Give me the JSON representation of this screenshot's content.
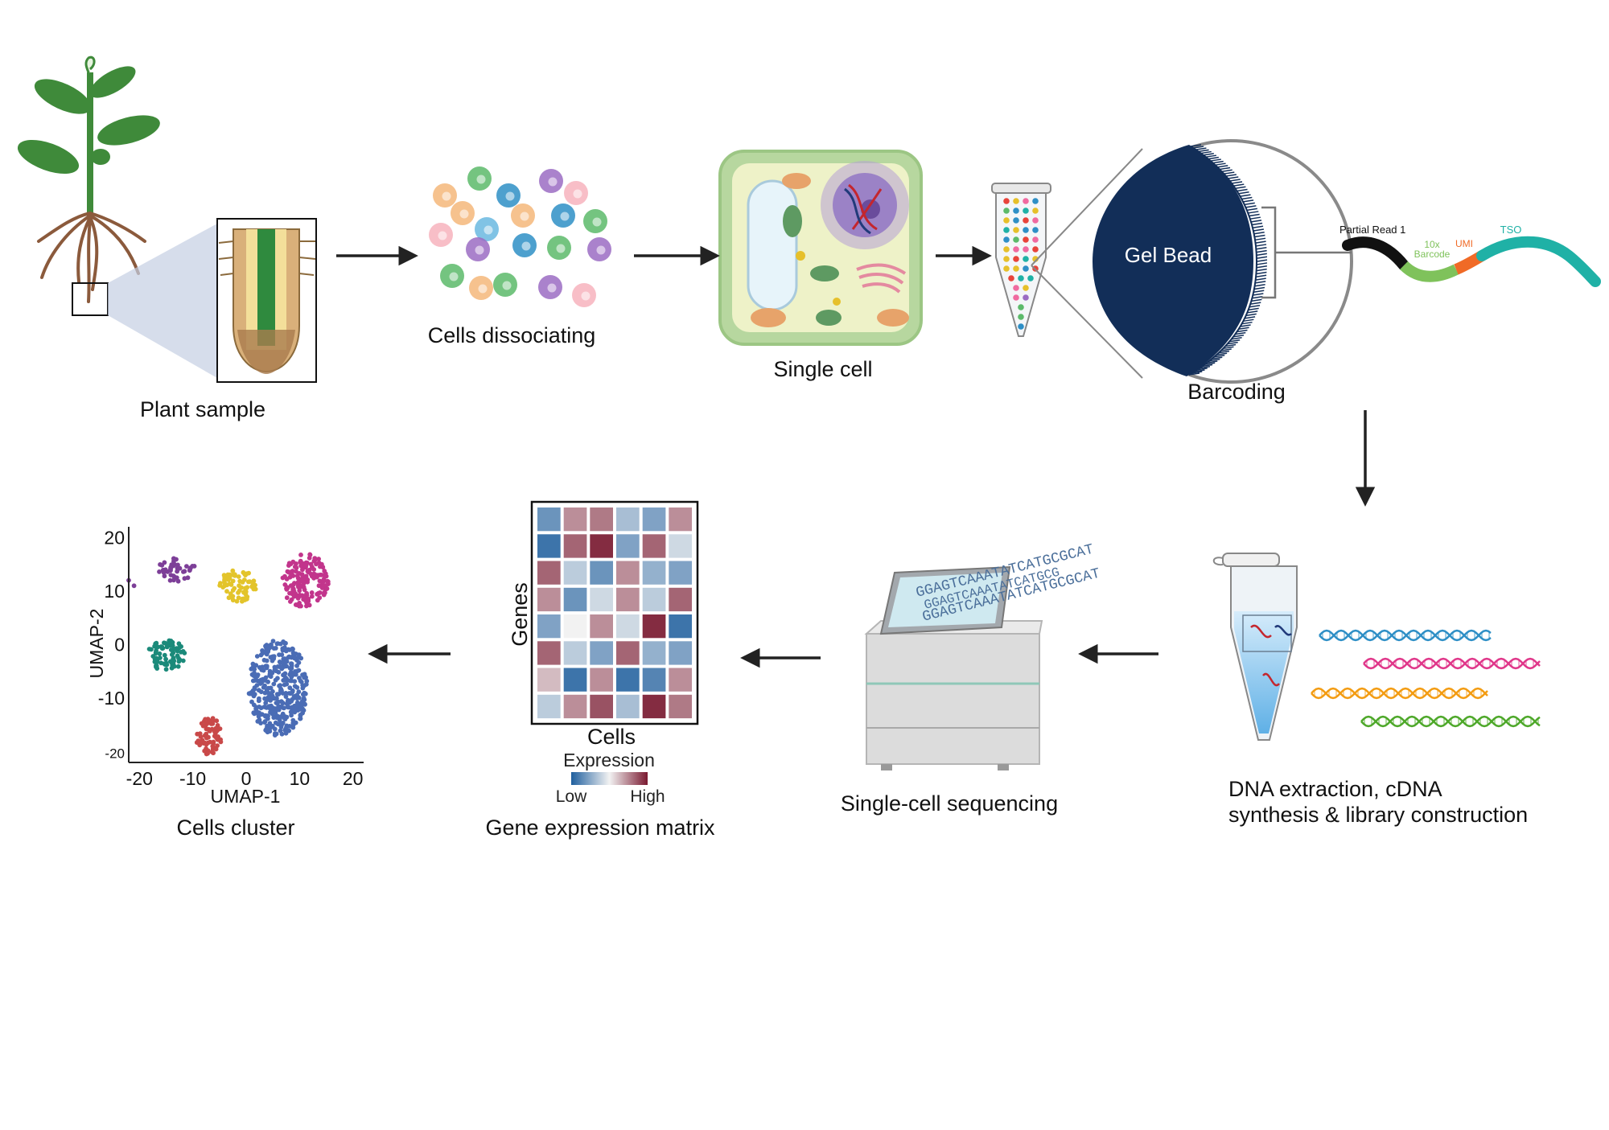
{
  "steps": {
    "plant_sample": "Plant sample",
    "cells_dissociating": "Cells dissociating",
    "single_cell": "Single cell",
    "barcoding": "Barcoding",
    "dna_extraction_line1": "DNA extraction, cDNA",
    "dna_extraction_line2": "synthesis & library construction",
    "sequencing": "Single-cell sequencing",
    "matrix": "Gene expression matrix",
    "cluster": "Cells cluster"
  },
  "barcoding": {
    "gel_bead": "Gel Bead",
    "partial_read": "Partial Read 1",
    "barcode_line1": "10x",
    "barcode_line2": "Barcode",
    "umi": "UMI",
    "tso": "TSO"
  },
  "sequencer": {
    "reads": [
      "GGAGTCAAATATCATGCGCAT",
      "GGAGTCAAATATCATGCG",
      "GGAGTCAAATATCATGCGCAT"
    ]
  },
  "heatmap": {
    "ylabel": "Genes",
    "xlabel": "Cells",
    "legend_title": "Expression",
    "legend_low": "Low",
    "legend_high": "High",
    "colors": {
      "low": "#1f5f9e",
      "mid": "#f2f2f2",
      "high": "#7a1930"
    },
    "grid": [
      [
        0.15,
        0.7,
        0.75,
        0.3,
        0.2,
        0.7
      ],
      [
        0.05,
        0.8,
        0.95,
        0.2,
        0.8,
        0.4
      ],
      [
        0.8,
        0.35,
        0.15,
        0.7,
        0.25,
        0.2
      ],
      [
        0.7,
        0.15,
        0.4,
        0.7,
        0.35,
        0.8
      ],
      [
        0.2,
        0.5,
        0.7,
        0.4,
        0.95,
        0.05
      ],
      [
        0.8,
        0.35,
        0.2,
        0.8,
        0.25,
        0.2
      ],
      [
        0.6,
        0.05,
        0.7,
        0.05,
        0.1,
        0.7
      ],
      [
        0.35,
        0.7,
        0.85,
        0.3,
        0.95,
        0.75
      ]
    ]
  },
  "chart_data": {
    "type": "scatter",
    "xlabel": "UMAP-1",
    "ylabel": "UMAP-2",
    "xticks": [
      "-20",
      "-10",
      "0",
      "10",
      "20"
    ],
    "yticks": [
      "20",
      "10",
      "0",
      "-10",
      "-20"
    ],
    "xlim": [
      -22,
      22
    ],
    "ylim": [
      -22,
      22
    ],
    "clusters": [
      {
        "color": "#7d3f98",
        "center": [
          -13,
          14
        ],
        "spread": [
          3.5,
          2.2
        ],
        "n": 45
      },
      {
        "color": "#e3c42b",
        "center": [
          -1.5,
          11
        ],
        "spread": [
          3.5,
          3
        ],
        "n": 75
      },
      {
        "color": "#c2358c",
        "center": [
          11,
          12
        ],
        "spread": [
          4.5,
          5
        ],
        "n": 160
      },
      {
        "color": "#1b8a7a",
        "center": [
          -15,
          -2
        ],
        "spread": [
          3.5,
          3
        ],
        "n": 75
      },
      {
        "color": "#4a6cb5",
        "center": [
          6,
          -8
        ],
        "spread": [
          5.5,
          9
        ],
        "n": 360
      },
      {
        "color": "#c94949",
        "center": [
          -7,
          -17
        ],
        "spread": [
          2.5,
          3.5
        ],
        "n": 70
      }
    ],
    "stray_points": [
      {
        "color": "#7d3f98",
        "x": [
          -22,
          -21
        ],
        "y": [
          12,
          11
        ]
      }
    ]
  }
}
